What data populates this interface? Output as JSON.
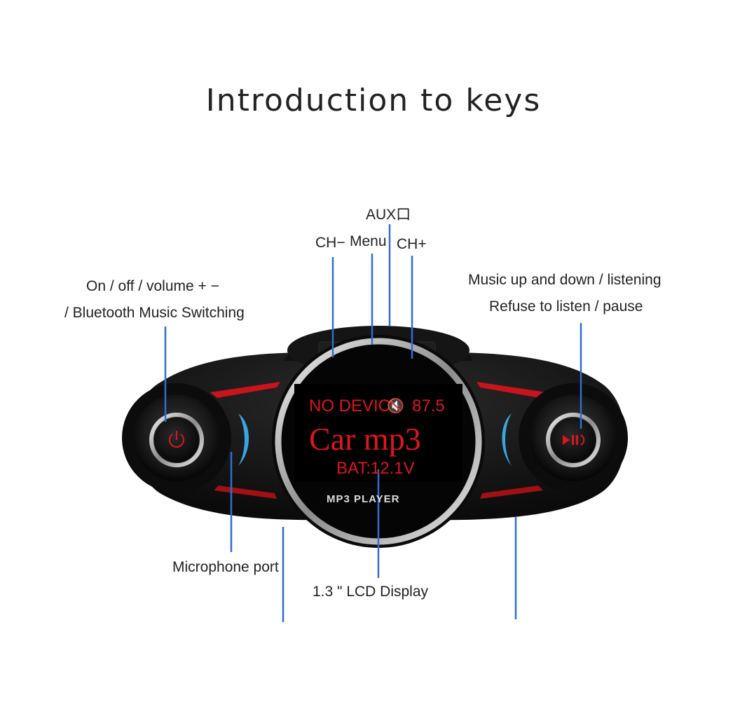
{
  "title": "Introduction to keys",
  "labels": {
    "aux": "AUX口",
    "ch_minus": "CH−",
    "menu": "Menu",
    "ch_plus": "CH+",
    "power_line1": "On / off / volume + −",
    "power_line2": "/ Bluetooth Music Switching",
    "music_line1": "Music up and down / listening",
    "music_line2": "Refuse to listen / pause",
    "microphone": "Microphone port",
    "lcd": "1.3 \" LCD Display"
  },
  "screen": {
    "line1_left": "NO DEVICE",
    "line1_right": "87.5",
    "line2": "Car mp3",
    "line3": "BAT:12.1V",
    "brand": "MP3 PLAYER"
  },
  "colors": {
    "pointer": "#2e6fd1",
    "lcd_text": "#e0151b",
    "accent_blue": "#3aa6e0",
    "body": "#161616"
  },
  "icons": [
    "power-icon",
    "play-pause-icon",
    "mute-icon"
  ]
}
